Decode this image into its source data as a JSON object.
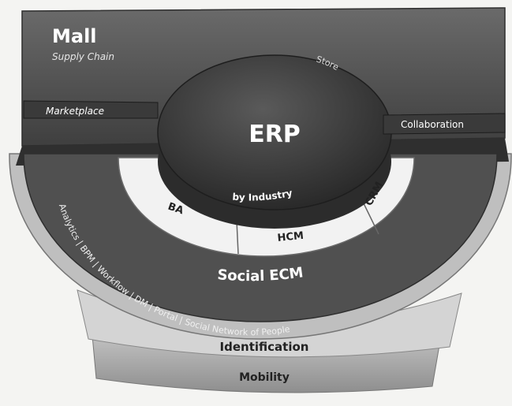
{
  "diagram": {
    "top_panel": {
      "title": "Mall",
      "subtitle": "Supply Chain",
      "left_tab": "Marketplace",
      "right_tab": "Collaboration"
    },
    "core": {
      "title": "ERP",
      "top_label": "Store",
      "bottom_label": "by Industry"
    },
    "inner_ring": {
      "segments": [
        "BA",
        "HCM",
        "CRM"
      ]
    },
    "outer_ring": {
      "title": "Social ECM",
      "items_text": "Analytics  |  BPM  |  Workflow  |  DM  |  Portal  |  Social Network of People"
    },
    "base_layers": [
      "Identification",
      "Mobility"
    ],
    "colors": {
      "dark": "#3c3c3c",
      "panel": "#545454",
      "ring": "#5c5c5c",
      "light_ring": "#d9d9d9",
      "white_band": "#f2f2f2"
    }
  }
}
